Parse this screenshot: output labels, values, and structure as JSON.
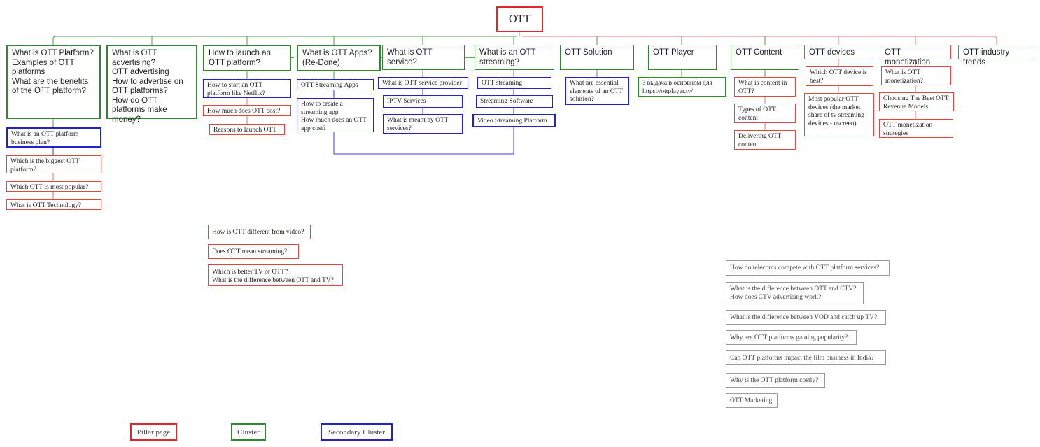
{
  "root": {
    "label": "OTT"
  },
  "colors": {
    "pillar": "#e3262b",
    "cluster": "#2e8a2e",
    "secondary": "#2222cc",
    "connector_red": "#e57373",
    "connector_green": "#43a047",
    "connector_blue": "#3b3bd6",
    "neutral": "#9a9a9a"
  },
  "clusters": [
    {
      "label": "What is OTT Platform?\nExamples of OTT platforms\nWhat are the benefits of the OTT platform?",
      "children": [
        "What is an OTT platform business plan?",
        "Which is the biggest OTT platform?",
        "Which OTT is most popular?",
        "What is OTT Technology?"
      ]
    },
    {
      "label": "What is OTT advertising?\nOTT advertising\nHow to advertise on OTT platforms?\nHow do OTT platforms make money?",
      "children": []
    },
    {
      "label": "How to launch an OTT platform?",
      "children": [
        "How to start an OTT platform like Netflix?",
        "How much does OTT cost?",
        "Reasons to launch OTT"
      ]
    },
    {
      "label": "What is OTT Apps?\n(Re-Done)",
      "children": [
        "OTT Streaming Apps",
        "How to create a streaming app\nHow much does an OTT app cost?"
      ]
    },
    {
      "label": "What is OTT service?",
      "children": [
        "What is OTT service provider",
        "IPTV Services",
        "What is meant by OTT services?"
      ]
    },
    {
      "label": "What is an OTT streaming?",
      "children": [
        "OTT streaming",
        "Streaming Software",
        "Video Streaming Platform"
      ]
    },
    {
      "label": "OTT Solution",
      "children": [
        "What are essential elements of an OTT solution?"
      ]
    },
    {
      "label": "OTT Player",
      "children": [
        "? выдача в основном для https://ottplayer.tv/"
      ]
    },
    {
      "label": "OTT Content",
      "children": [
        "What is content in OTT?",
        "Types of OTT content",
        "Delivering OTT content"
      ]
    },
    {
      "label": "OTT devices",
      "children": [
        "Which OTT device is best?",
        "Most popular OTT devices (the market share of tv streaming devices - uscreen)"
      ]
    },
    {
      "label": "OTT monetization",
      "children": [
        "What is OTT monetization?",
        "Choosing The Best OTT Revenue Models",
        "OTT monetization strategies"
      ]
    },
    {
      "label": "OTT industry trends",
      "children": []
    }
  ],
  "floating_red": [
    "How is OTT different from video?",
    "Does OTT mean streaming?",
    "Which is better TV or OTT?\nWhat is the difference between OTT and TV?"
  ],
  "floating_gray": [
    "How do telecoms compete with OTT platform services?",
    "What is the difference between OTT and CTV?\nHow does CTV advertising work?",
    "What is the difference between VOD and catch up TV?",
    "Why are OTT platforms gaining popularity?",
    "Can OTT platforms impact the film business in India?",
    "Why is the OTT platform costly?",
    "OTT Marketing"
  ],
  "legend": {
    "pillar": "Pillar page",
    "cluster": "Cluster",
    "secondary": "Secondary Cluster"
  }
}
